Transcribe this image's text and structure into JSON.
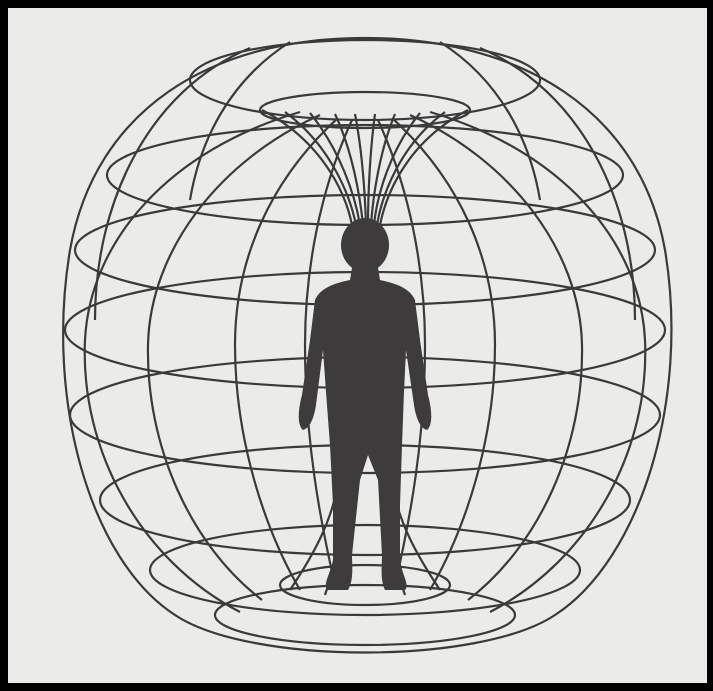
{
  "figure": {
    "subject": "torus-field-with-human-silhouette",
    "colors": {
      "frame": "#000000",
      "paper": "#ebebe9",
      "wire": "#3a3a3a",
      "figure": "#3d3b3b"
    },
    "counts": {
      "latitude_rings": 10,
      "meridian_curves": 12
    }
  }
}
